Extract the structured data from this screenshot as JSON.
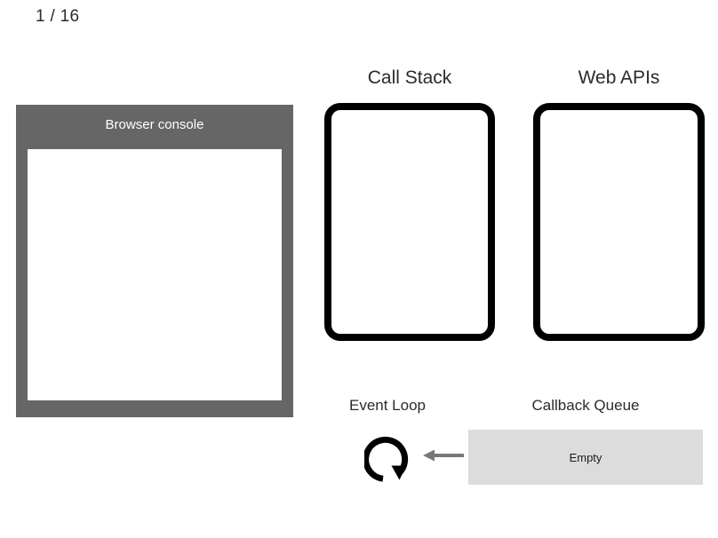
{
  "slide": {
    "counter": "1 / 16",
    "current": 1,
    "total": 16
  },
  "console_panel": {
    "title": "Browser console",
    "output_text": "",
    "background_color": "#666666",
    "screen_color": "#ffffff",
    "title_color": "#ffffff"
  },
  "call_stack": {
    "heading": "Call Stack",
    "frames": [],
    "content_text": "",
    "border_color": "#000000",
    "fill_color": "#ffffff"
  },
  "web_apis": {
    "heading": "Web APIs",
    "entries": [],
    "content_text": "",
    "border_color": "#000000",
    "fill_color": "#ffffff"
  },
  "event_loop": {
    "heading": "Event Loop",
    "icon": "circular-arrow-icon",
    "icon_color": "#000000",
    "arrow_icon": "arrow-left-icon",
    "arrow_color": "#777777"
  },
  "callback_queue": {
    "heading": "Callback Queue",
    "status": "Empty",
    "items": [],
    "background_color": "#dcdcdc",
    "text_color": "#1c1c1c"
  },
  "canvas": {
    "background_color": "#ffffff",
    "text_color": "#2b2b2b"
  }
}
